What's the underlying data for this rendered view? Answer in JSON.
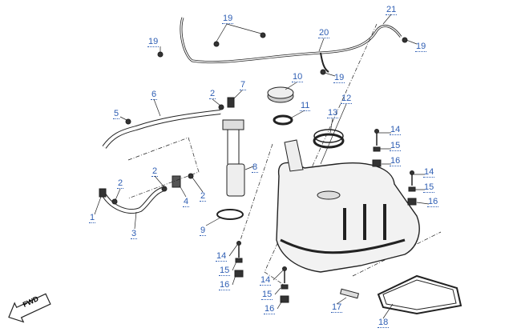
{
  "diagram": {
    "title": "Fuel tank assembly exploded view",
    "fwd_label": "FWD",
    "accent_color": "#2d5db3"
  },
  "callouts": [
    "19",
    "19",
    "20",
    "21",
    "19",
    "19",
    "10",
    "6",
    "2",
    "7",
    "5",
    "11",
    "13",
    "12",
    "14",
    "15",
    "16",
    "8",
    "2",
    "2",
    "2",
    "4",
    "1",
    "3",
    "9",
    "14",
    "15",
    "16",
    "14",
    "15",
    "16",
    "14",
    "15",
    "16",
    "17",
    "18"
  ]
}
